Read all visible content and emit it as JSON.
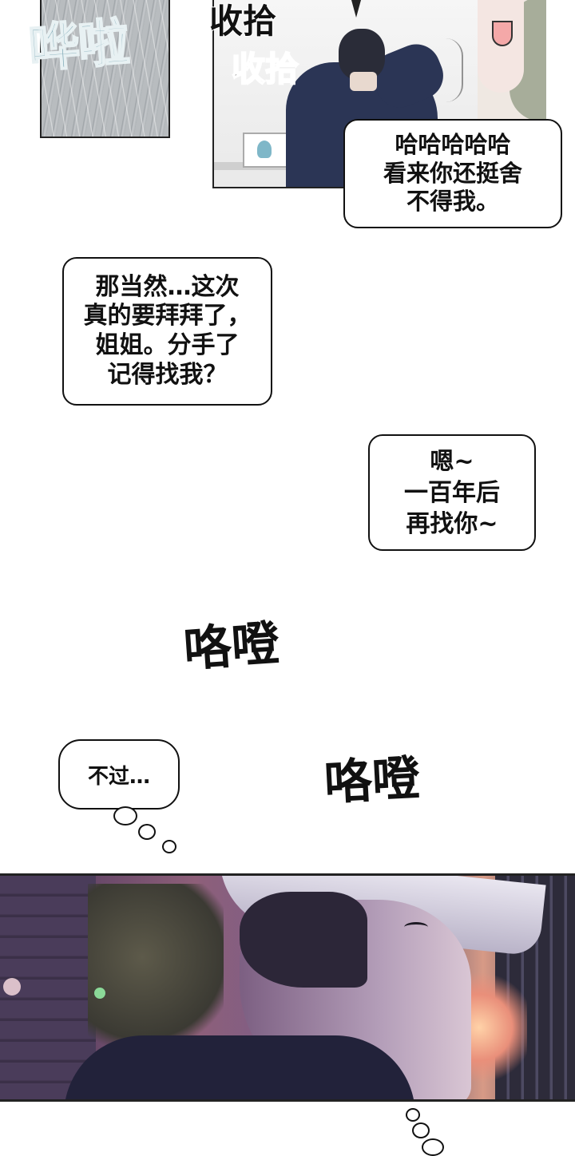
{
  "sfx": {
    "rain": "哗啦",
    "tidy_1": "收拾",
    "tidy_2": "收拾",
    "clack_1": "咯噔",
    "clack_2": "咯噔"
  },
  "bubbles": {
    "laugh": "哈哈哈哈哈\n看来你还挺舍\n不得我。",
    "reply": "那当然…这次\n真的要拜拜了，\n姐姐。分手了\n记得找我？",
    "hundred_years": "嗯~\n一百年后\n再找你~",
    "however": "不过…"
  },
  "colors": {
    "ink": "#111111",
    "rain_sfx": "#7fa9b6",
    "dusk_pink": "#c97a86",
    "dusk_purple": "#3b2f52"
  }
}
